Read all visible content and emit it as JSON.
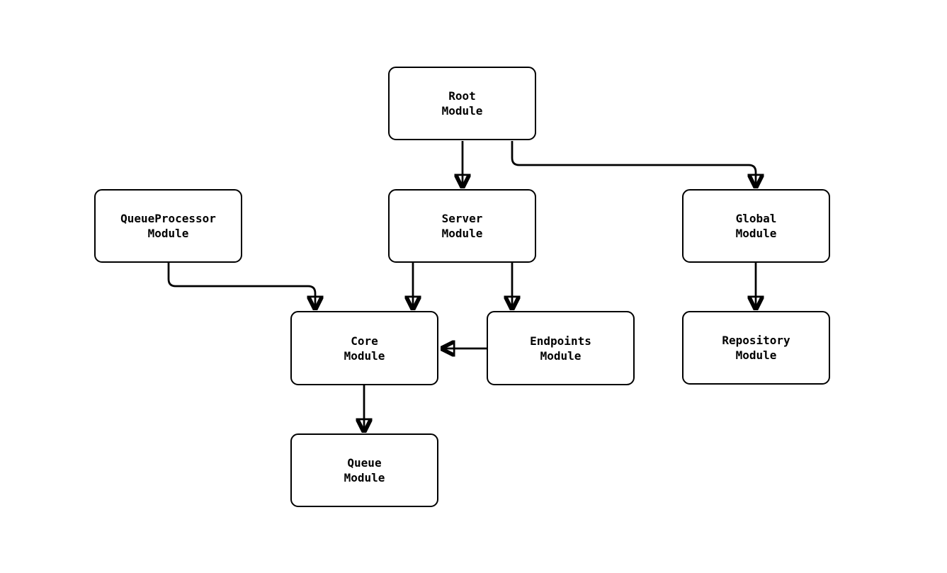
{
  "diagram": {
    "type": "module-dependency-graph",
    "background_color": "#ffffff",
    "box_fill_color": "#ffffff",
    "stroke_color": "#000000",
    "nodes": [
      {
        "id": "root",
        "label": "Root Module",
        "lines": [
          "Root",
          "Module"
        ]
      },
      {
        "id": "server",
        "label": "Server Module",
        "lines": [
          "Server",
          "Module"
        ]
      },
      {
        "id": "queueprocessor",
        "label": "QueueProcessor Module",
        "lines": [
          "QueueProcessor",
          "Module"
        ]
      },
      {
        "id": "global",
        "label": "Global Module",
        "lines": [
          "Global",
          "Module"
        ]
      },
      {
        "id": "core",
        "label": "Core Module",
        "lines": [
          "Core",
          "Module"
        ]
      },
      {
        "id": "endpoints",
        "label": "Endpoints Module",
        "lines": [
          "Endpoints",
          "Module"
        ]
      },
      {
        "id": "repository",
        "label": "Repository Module",
        "lines": [
          "Repository",
          "Module"
        ]
      },
      {
        "id": "queue",
        "label": "Queue Module",
        "lines": [
          "Queue",
          "Module"
        ]
      }
    ],
    "edges": [
      {
        "from": "root",
        "to": "server"
      },
      {
        "from": "root",
        "to": "global"
      },
      {
        "from": "queueprocessor",
        "to": "core"
      },
      {
        "from": "server",
        "to": "core"
      },
      {
        "from": "server",
        "to": "endpoints"
      },
      {
        "from": "endpoints",
        "to": "core"
      },
      {
        "from": "global",
        "to": "repository"
      },
      {
        "from": "core",
        "to": "queue"
      }
    ]
  }
}
